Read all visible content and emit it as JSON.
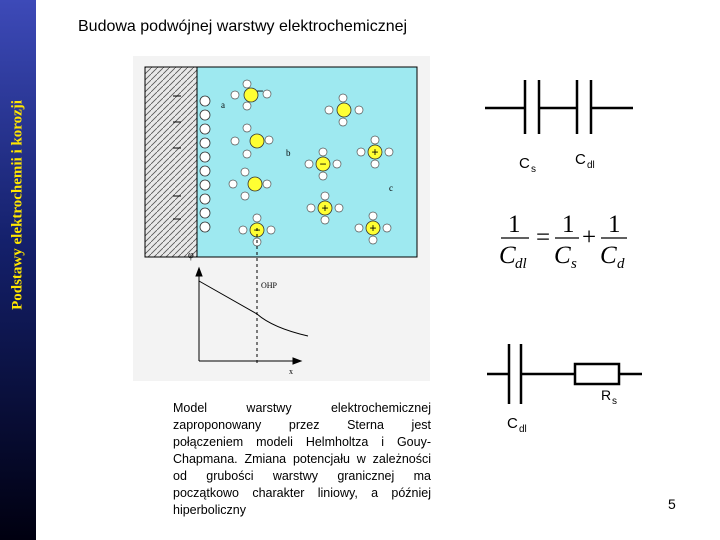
{
  "sidebar": {
    "title": "Podstawy elektrochemii i korozji"
  },
  "slide": {
    "title": "Budowa podwójnej warstwy elektrochemicznej",
    "page_number": "5"
  },
  "figure": {
    "region_labels": [
      "a",
      "b",
      "c"
    ],
    "plot": {
      "y_symbol": "φ",
      "x_symbol": "x",
      "marker": "OHP"
    },
    "ion_signs": {
      "negative": "−",
      "positive": "+"
    }
  },
  "caption": "Model warstwy elektrochemicznej zaproponowany przez Sterna jest połączeniem modeli Helmholtza i Gouy-Chapmana. Zmiana potencjału w zależności od grubości warstwy granicznej ma początkowo charakter liniowy, a później hiperboliczny",
  "circuit_series": {
    "cap1": "C",
    "cap1_sub": "s",
    "cap2": "C",
    "cap2_sub": "dl"
  },
  "equation": {
    "one": "1",
    "eq": "=",
    "plus": "+",
    "c": "C",
    "sub_dl": "dl",
    "sub_s": "s",
    "sub_d": "d"
  },
  "circuit_rc": {
    "cap": "C",
    "cap_sub": "dl",
    "res": "R",
    "res_sub": "s"
  }
}
